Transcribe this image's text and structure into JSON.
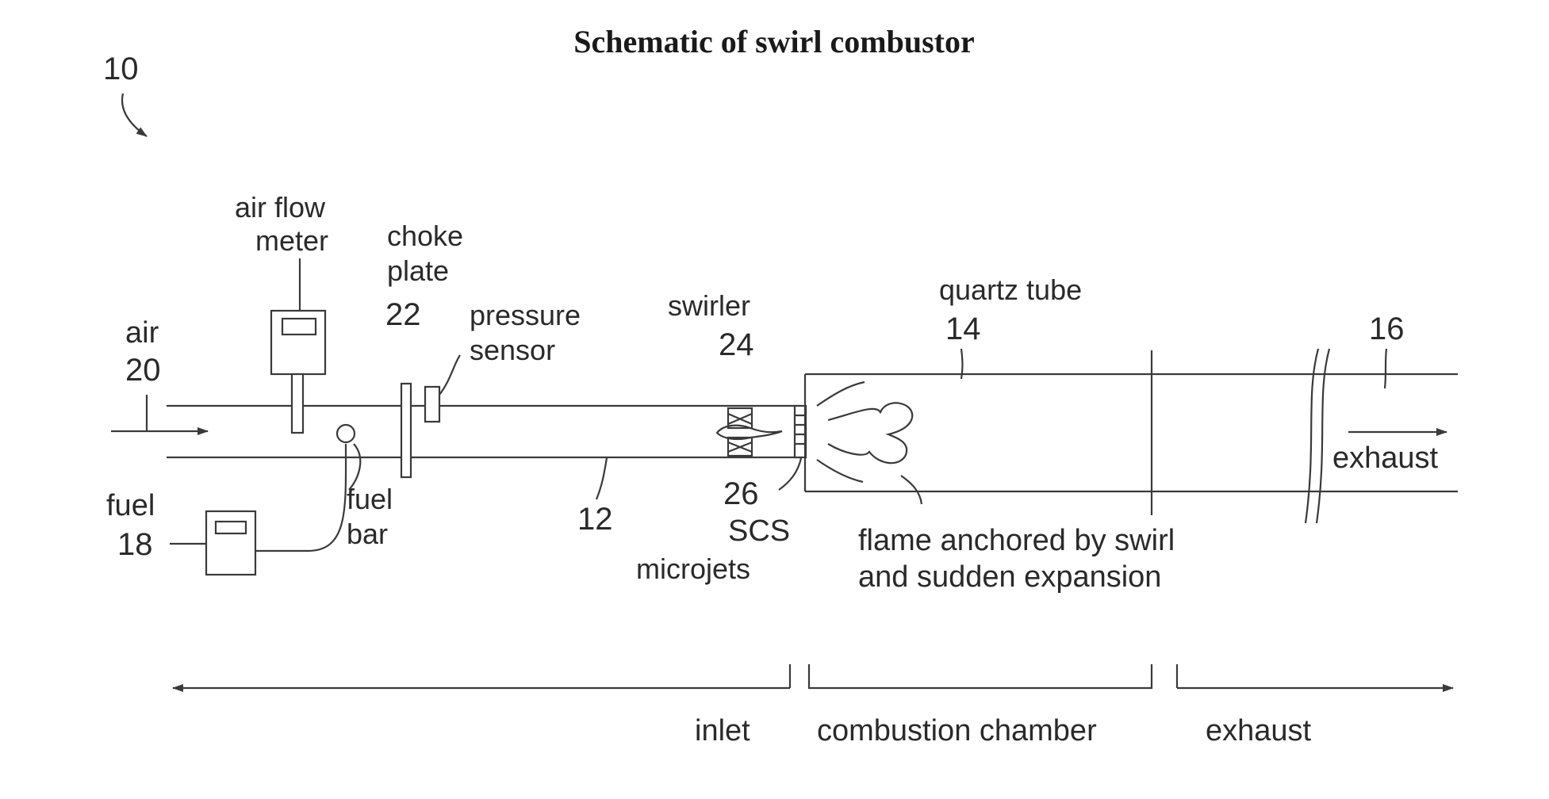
{
  "title": "Schematic of swirl combustor",
  "labels": {
    "ref_10": "10",
    "air_flow_meter_1": "air flow",
    "air_flow_meter_2": "meter",
    "choke_1": "choke",
    "choke_2": "plate",
    "ref_22": "22",
    "pressure_1": "pressure",
    "pressure_2": "sensor",
    "swirler": "swirler",
    "ref_24": "24",
    "quartz_tube": "quartz tube",
    "ref_14": "14",
    "ref_16": "16",
    "air": "air",
    "ref_20": "20",
    "exhaust_arrow": "exhaust",
    "fuel": "fuel",
    "ref_18": "18",
    "fuel_bar_1": "fuel",
    "fuel_bar_2": "bar",
    "ref_12": "12",
    "ref_26": "26",
    "scs_1": "SCS",
    "scs_2": "microjets",
    "flame_1": "flame anchored by swirl",
    "flame_2": "and sudden expansion"
  },
  "sections": {
    "inlet": "inlet",
    "combustion": "combustion chamber",
    "exhaust": "exhaust"
  }
}
